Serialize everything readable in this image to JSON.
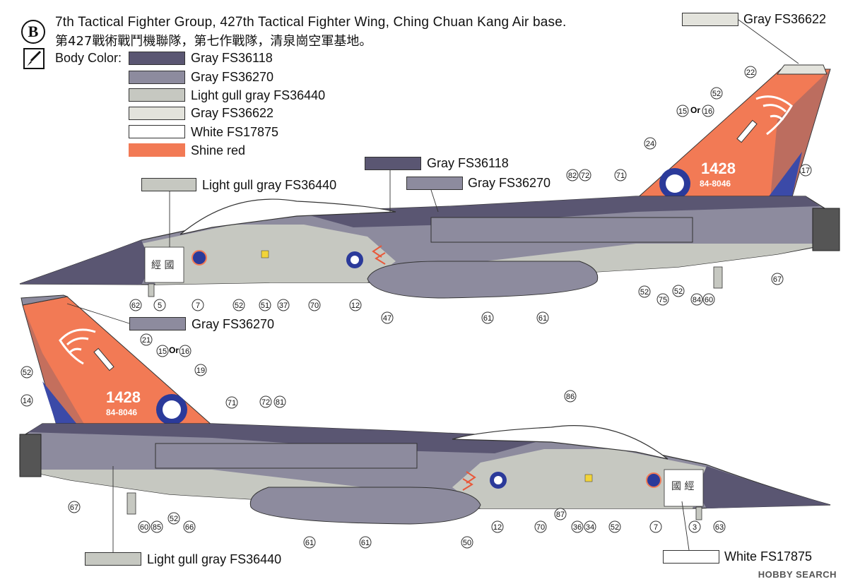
{
  "header": {
    "badge": "B",
    "title": "7th Tactical Fighter Group, 427th Tactical Fighter Wing, Ching Chuan Kang Air base.",
    "subtitle": "第427戰術戰鬥機聯隊，第七作戰隊，清泉崗空軍基地。",
    "icon": "paintbrush-icon"
  },
  "body_color": {
    "label": "Body Color:",
    "swatches": [
      {
        "name": "Gray FS36118",
        "color": "#5a5672"
      },
      {
        "name": "Gray FS36270",
        "color": "#8d8b9e"
      },
      {
        "name": "Light gull gray FS36440",
        "color": "#c6c8c1"
      },
      {
        "name": "Gray FS36622",
        "color": "#e3e3dc"
      },
      {
        "name": "White FS17875",
        "color": "#ffffff"
      },
      {
        "name": "Shine red",
        "color": "#f27a55"
      }
    ]
  },
  "callout_boxes": {
    "top_right": {
      "name": "Gray FS36622",
      "color": "#e3e3dc"
    },
    "top_light_gull": {
      "name": "Light gull gray FS36440",
      "color": "#c6c8c1"
    },
    "top_gray_36118": {
      "name": "Gray FS36118",
      "color": "#5a5672"
    },
    "top_gray_36270": {
      "name": "Gray FS36270",
      "color": "#8d8b9e"
    },
    "bottom_gray_36270": {
      "name": "Gray FS36270",
      "color": "#8d8b9e"
    },
    "bottom_light_gull": {
      "name": "Light gull gray FS36440",
      "color": "#c6c8c1"
    },
    "bottom_white": {
      "name": "White FS17875",
      "color": "#ffffff"
    }
  },
  "aircraft": {
    "tail_number": "1428",
    "serial": "84-8046",
    "tail_or": "Or",
    "nose_characters": "經 國",
    "nose_characters_bottom": "國 經"
  },
  "callouts_top": [
    "62",
    "5",
    "7",
    "52",
    "51",
    "37",
    "70",
    "12",
    "47",
    "61",
    "61",
    "52",
    "75",
    "52",
    "84",
    "60",
    "67",
    "82",
    "72",
    "71",
    "24",
    "15",
    "16",
    "52",
    "22",
    "17"
  ],
  "callouts_bottom": [
    "21",
    "15",
    "16",
    "52",
    "19",
    "14",
    "71",
    "72",
    "81",
    "86",
    "67",
    "60",
    "85",
    "52",
    "66",
    "61",
    "61",
    "50",
    "12",
    "87",
    "70",
    "36",
    "34",
    "52",
    "7",
    "3",
    "63"
  ],
  "watermark": "HOBBY SEARCH"
}
